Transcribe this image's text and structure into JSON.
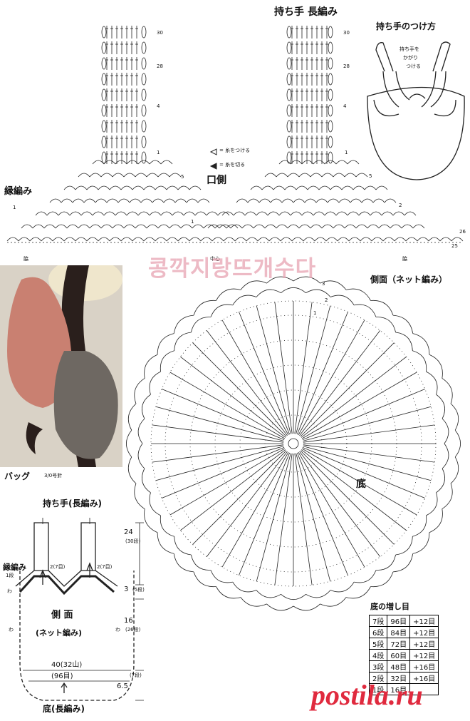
{
  "top": {
    "handle_title": "持ち手 長編み",
    "attach_title": "持ち手のつけ方",
    "attach_note_1": "持ち手を",
    "attach_note_2": "かがり",
    "attach_note_3": "つける",
    "legend_attach": "= 糸をつける",
    "legend_cut": "= 糸を切る",
    "opening_label": "口側",
    "edge_label": "縁編み",
    "side_mark": "脇",
    "center_mark": "中心",
    "row_30": "30",
    "row_28": "28",
    "row_4": "4",
    "row_1": "1",
    "row_5": "5",
    "row_2": "2",
    "row_26": "26",
    "row_25": "25"
  },
  "watermark": "콩깍지랑뜨개수다",
  "circle": {
    "side_label": "側面（ネット編み）",
    "bottom_label": "底",
    "row_3": "3",
    "row_2": "2",
    "row_1": "1"
  },
  "photo": {
    "caption": "バッグ",
    "needle": "3/0号針"
  },
  "schematic": {
    "handle_label": "持ち手(長編み)",
    "edge_label": "縁編み",
    "edge_rows": "1段",
    "stitches_left": "2(7目)",
    "stitches_right": "2(7目)",
    "wa_left": "わ",
    "wa_right": "わ",
    "wa_left2": "わ",
    "side_title": "側 面",
    "side_sub": "(ネット編み)",
    "width_label": "40(32山)",
    "bottom_count": "(96目)",
    "bottom_label": "底(長編み)",
    "dim_handle": "24",
    "dim_handle_rows": "(30段)",
    "dim_edge": "3",
    "dim_edge_rows": "(5段)",
    "dim_side": "16",
    "dim_side_rows": "(26段)",
    "dim_bottom": "6.5",
    "dim_bottom_rows": "(7段)"
  },
  "increase_table": {
    "title": "底の増し目",
    "rows": [
      {
        "row": "7段",
        "count": "96目",
        "inc": "+12目"
      },
      {
        "row": "6段",
        "count": "84目",
        "inc": "+12目"
      },
      {
        "row": "5段",
        "count": "72目",
        "inc": "+12目"
      },
      {
        "row": "4段",
        "count": "60目",
        "inc": "+12目"
      },
      {
        "row": "3段",
        "count": "48目",
        "inc": "+16目"
      },
      {
        "row": "2段",
        "count": "32目",
        "inc": "+16目"
      },
      {
        "row": "1段",
        "count": "16目",
        "inc": ""
      }
    ]
  },
  "site": "postila.ru",
  "colors": {
    "watermark": "#e8a3b2",
    "site": "#e02a3e",
    "photo_bg": "#d9d2c6",
    "bag_pink": "#c98071",
    "bag_gray": "#6e6862",
    "bag_cream": "#efe6cc",
    "stand": "#2a1f1c"
  }
}
